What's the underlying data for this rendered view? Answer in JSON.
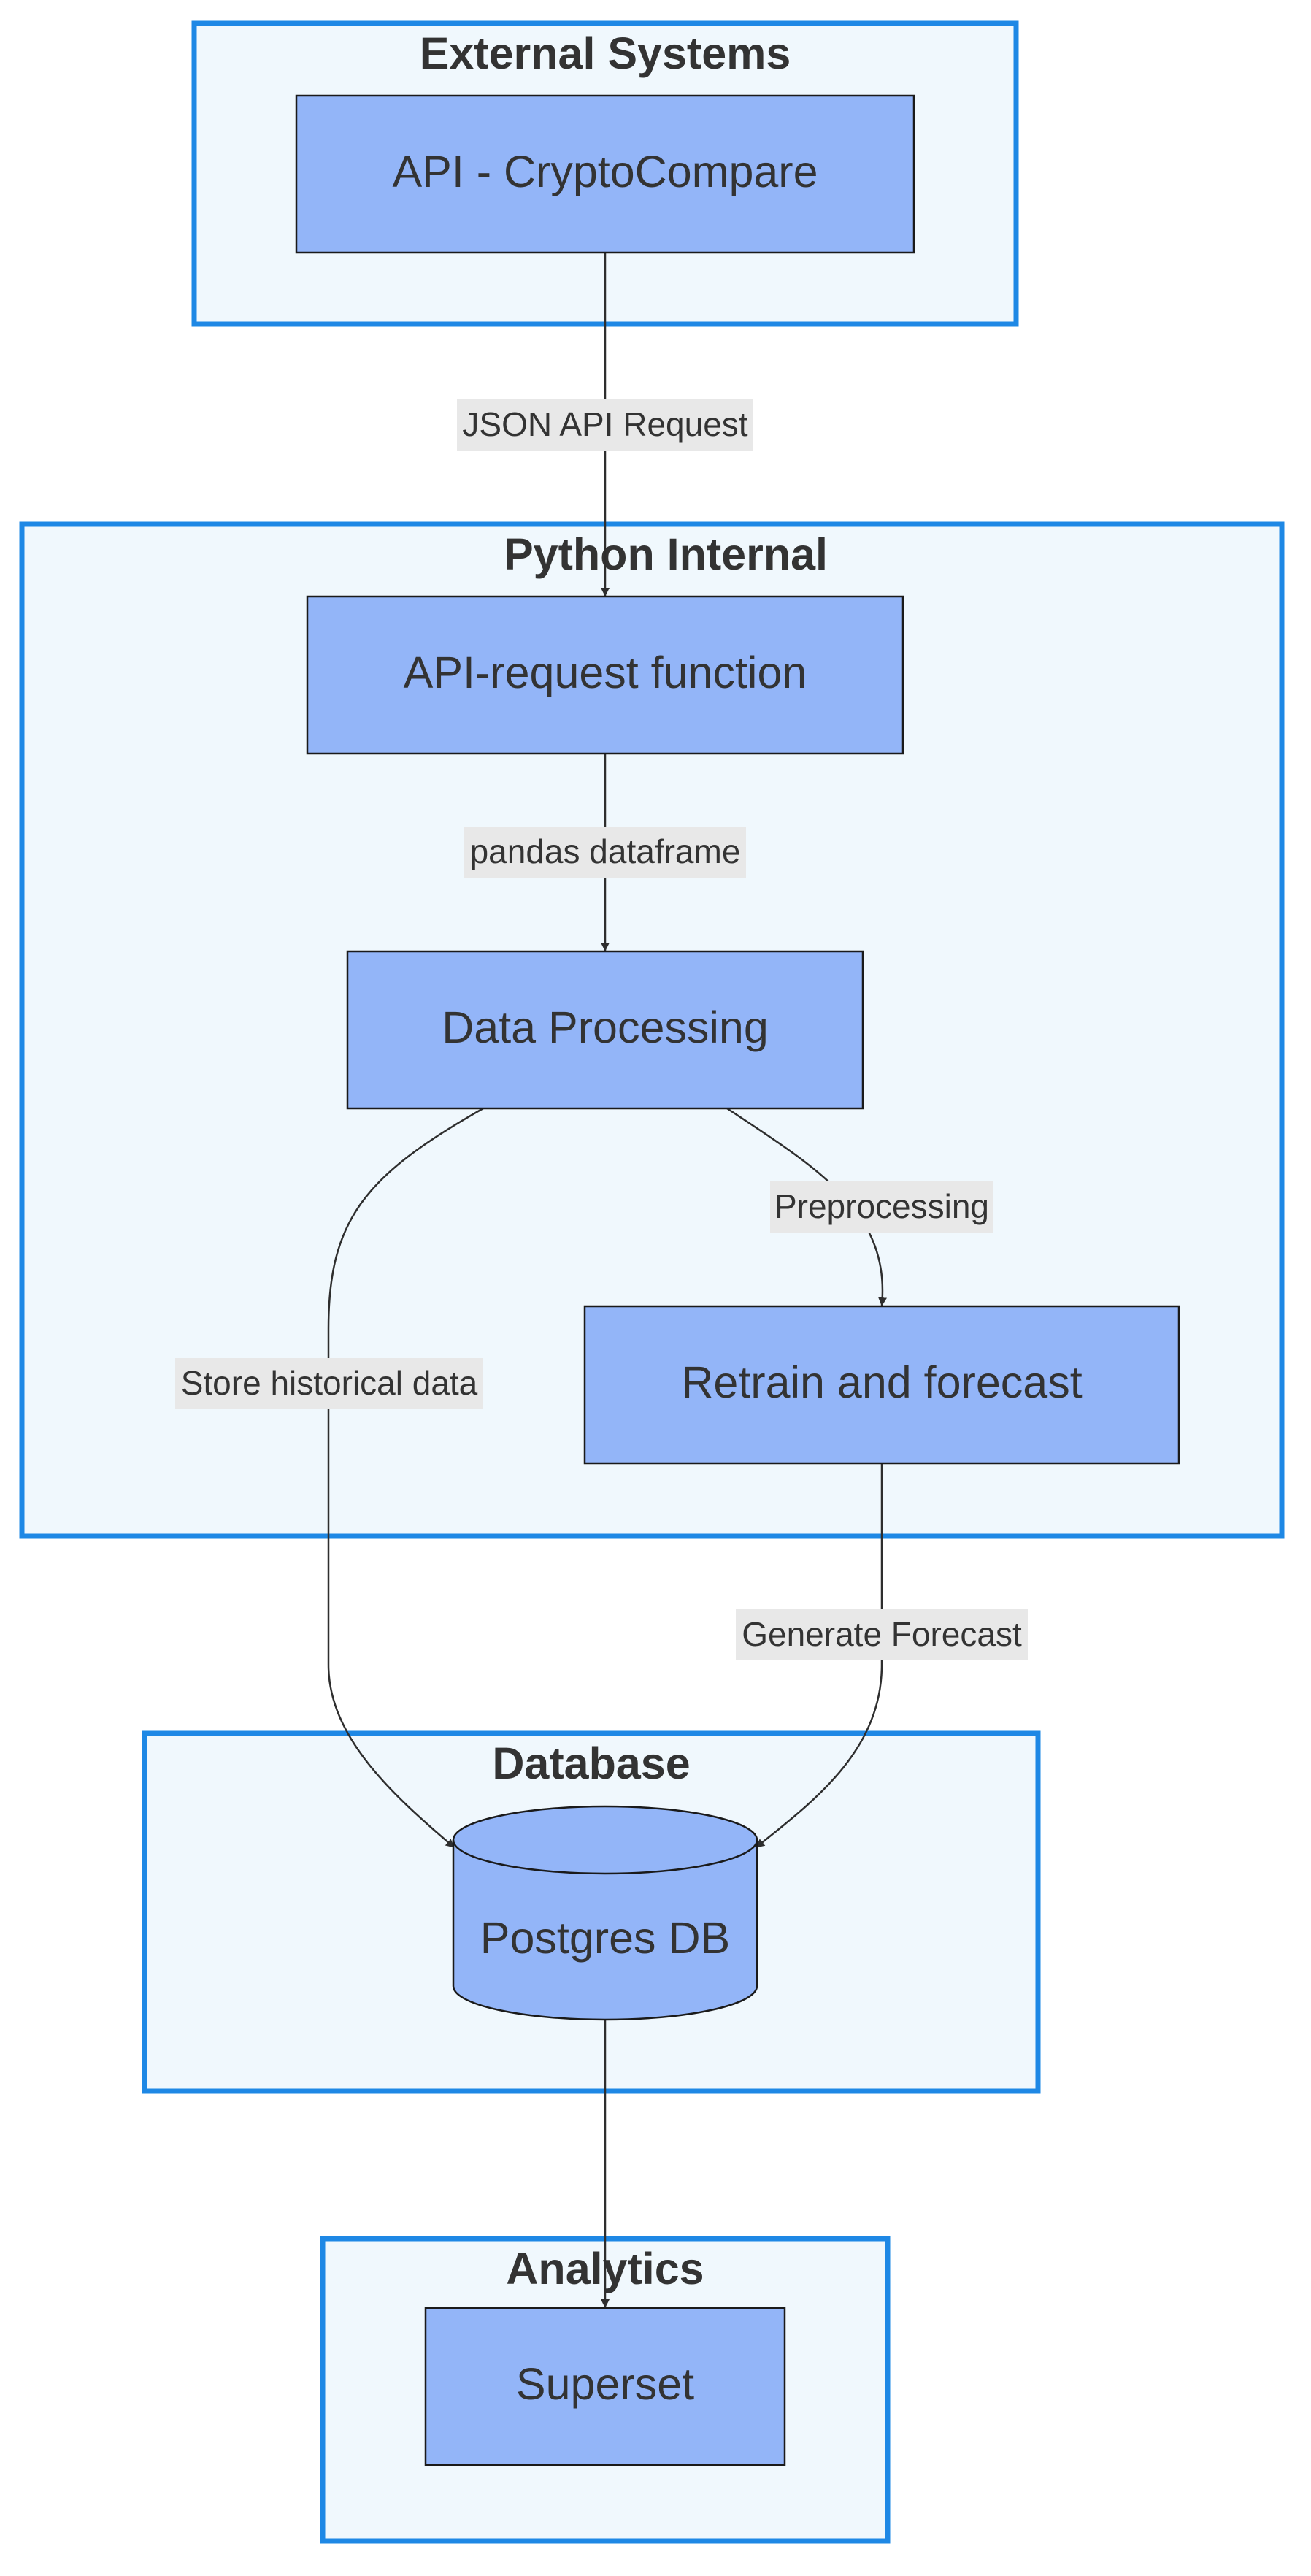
{
  "clusters": {
    "external": {
      "title": "External Systems"
    },
    "python": {
      "title": "Python Internal"
    },
    "database": {
      "title": "Database"
    },
    "analytics": {
      "title": "Analytics"
    }
  },
  "nodes": {
    "api_cryptocompare": "API - CryptoCompare",
    "api_request_function": "API-request function",
    "data_processing": "Data Processing",
    "retrain_forecast": "Retrain and forecast",
    "postgres_db": "Postgres DB",
    "superset": "Superset"
  },
  "edges": {
    "json_api_request": "JSON API Request",
    "pandas_dataframe": "pandas dataframe",
    "preprocessing": "Preprocessing",
    "store_historical_data": "Store historical data",
    "generate_forecast": "Generate Forecast"
  },
  "colors": {
    "cluster_border": "#1e88e5",
    "cluster_fill": "#f0f8fd",
    "node_fill": "#93b5f8",
    "edge_label_bg": "#e8e8e8",
    "text": "#333333"
  }
}
